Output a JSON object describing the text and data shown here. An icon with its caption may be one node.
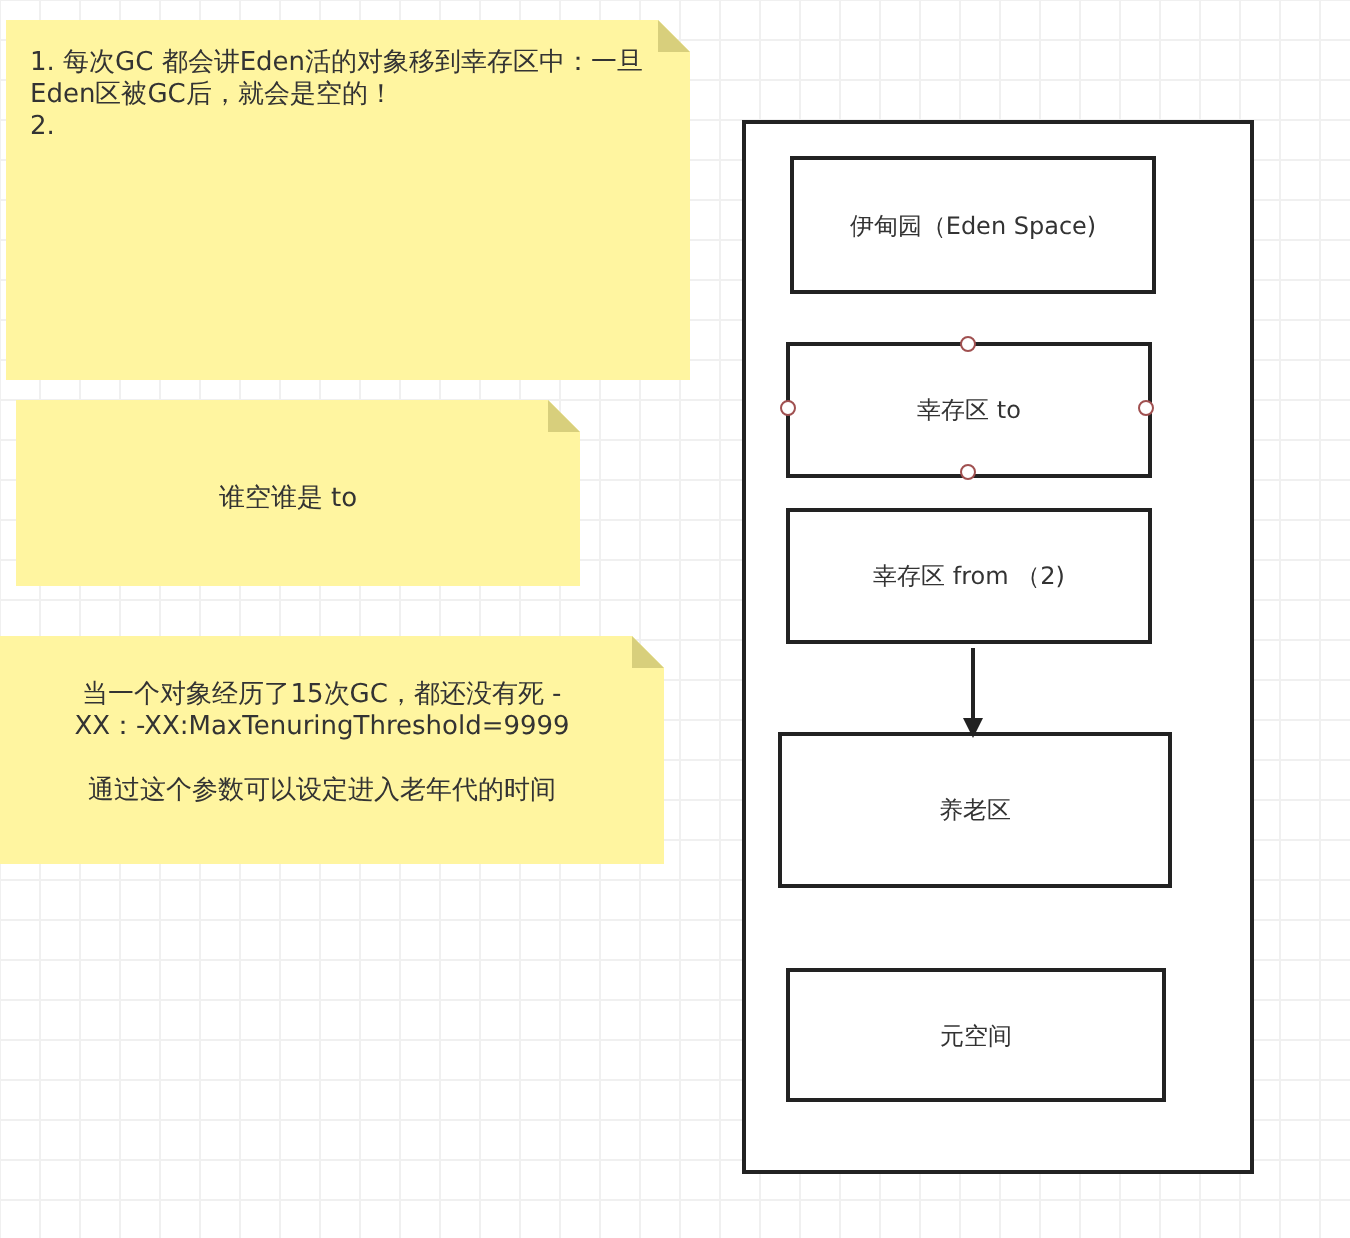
{
  "diagram": {
    "nodes": [
      {
        "text": [
          "1. 每次GC 都会讲Eden活的对象移到幸存区中：一旦Eden区被GC后，就会是空的！",
          "2."
        ]
      },
      {
        "text": [
          "谁空谁是 to"
        ]
      },
      {
        "text": [
          "当一个对象经历了15次GC，都还没有死 -XX：-XX:MaxTenuringThreshold=9999",
          "通过这个参数可以设定进入老年代的时间"
        ]
      },
      {
        "text": [],
        "shape": "box"
      },
      {
        "text": [
          "伊甸园（Eden Space)"
        ],
        "in": 3
      },
      {
        "text": [
          "幸存区  to"
        ],
        "in": 3
      },
      {
        "text": [
          "幸存区  from （2)"
        ],
        "in": 3
      },
      {
        "text": [
          "养老区"
        ],
        "in": 3
      },
      {
        "text": [
          "元空间"
        ],
        "in": 3
      }
    ],
    "edges": [
      {
        "from": 6,
        "to": 7,
        "arrow": "to"
      }
    ]
  }
}
